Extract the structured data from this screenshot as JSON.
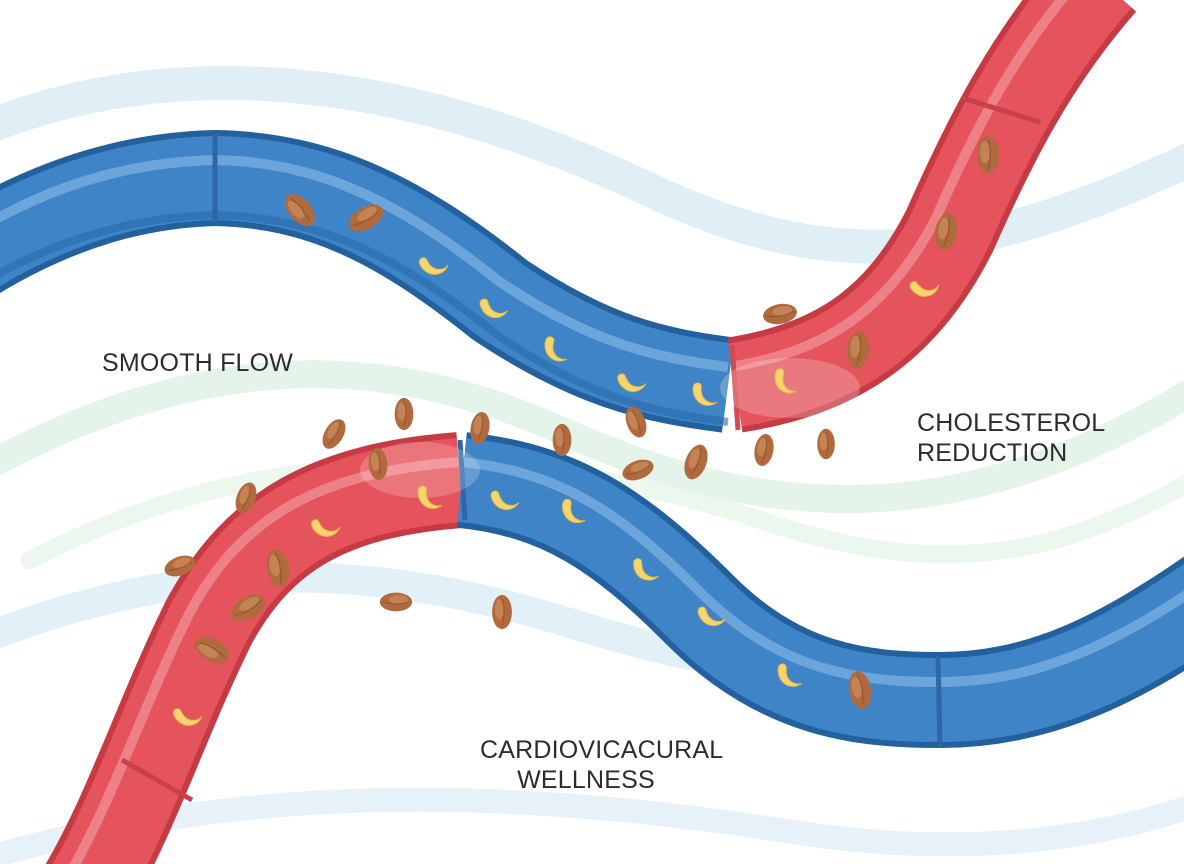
{
  "labels": {
    "smooth_flow": "SMOOTH FLOW",
    "cholesterol_line1": "CHOLESTEROL",
    "cholesterol_line2": "REDUCTION",
    "cardio_line1": "CARDIOVICACURAL",
    "cardio_line2": "WELLNESS"
  },
  "colors": {
    "vein_blue": "#3f84c6",
    "artery_red": "#e5545c",
    "almond_brown": "#b06a3e",
    "cashew_yellow": "#f6d56e",
    "stream_blue": "#cfe6f1",
    "stream_green": "#d9f0dc",
    "text": "#2c2c2c"
  },
  "icons": {
    "almond": "almond-icon",
    "cashew": "cashew-icon"
  }
}
